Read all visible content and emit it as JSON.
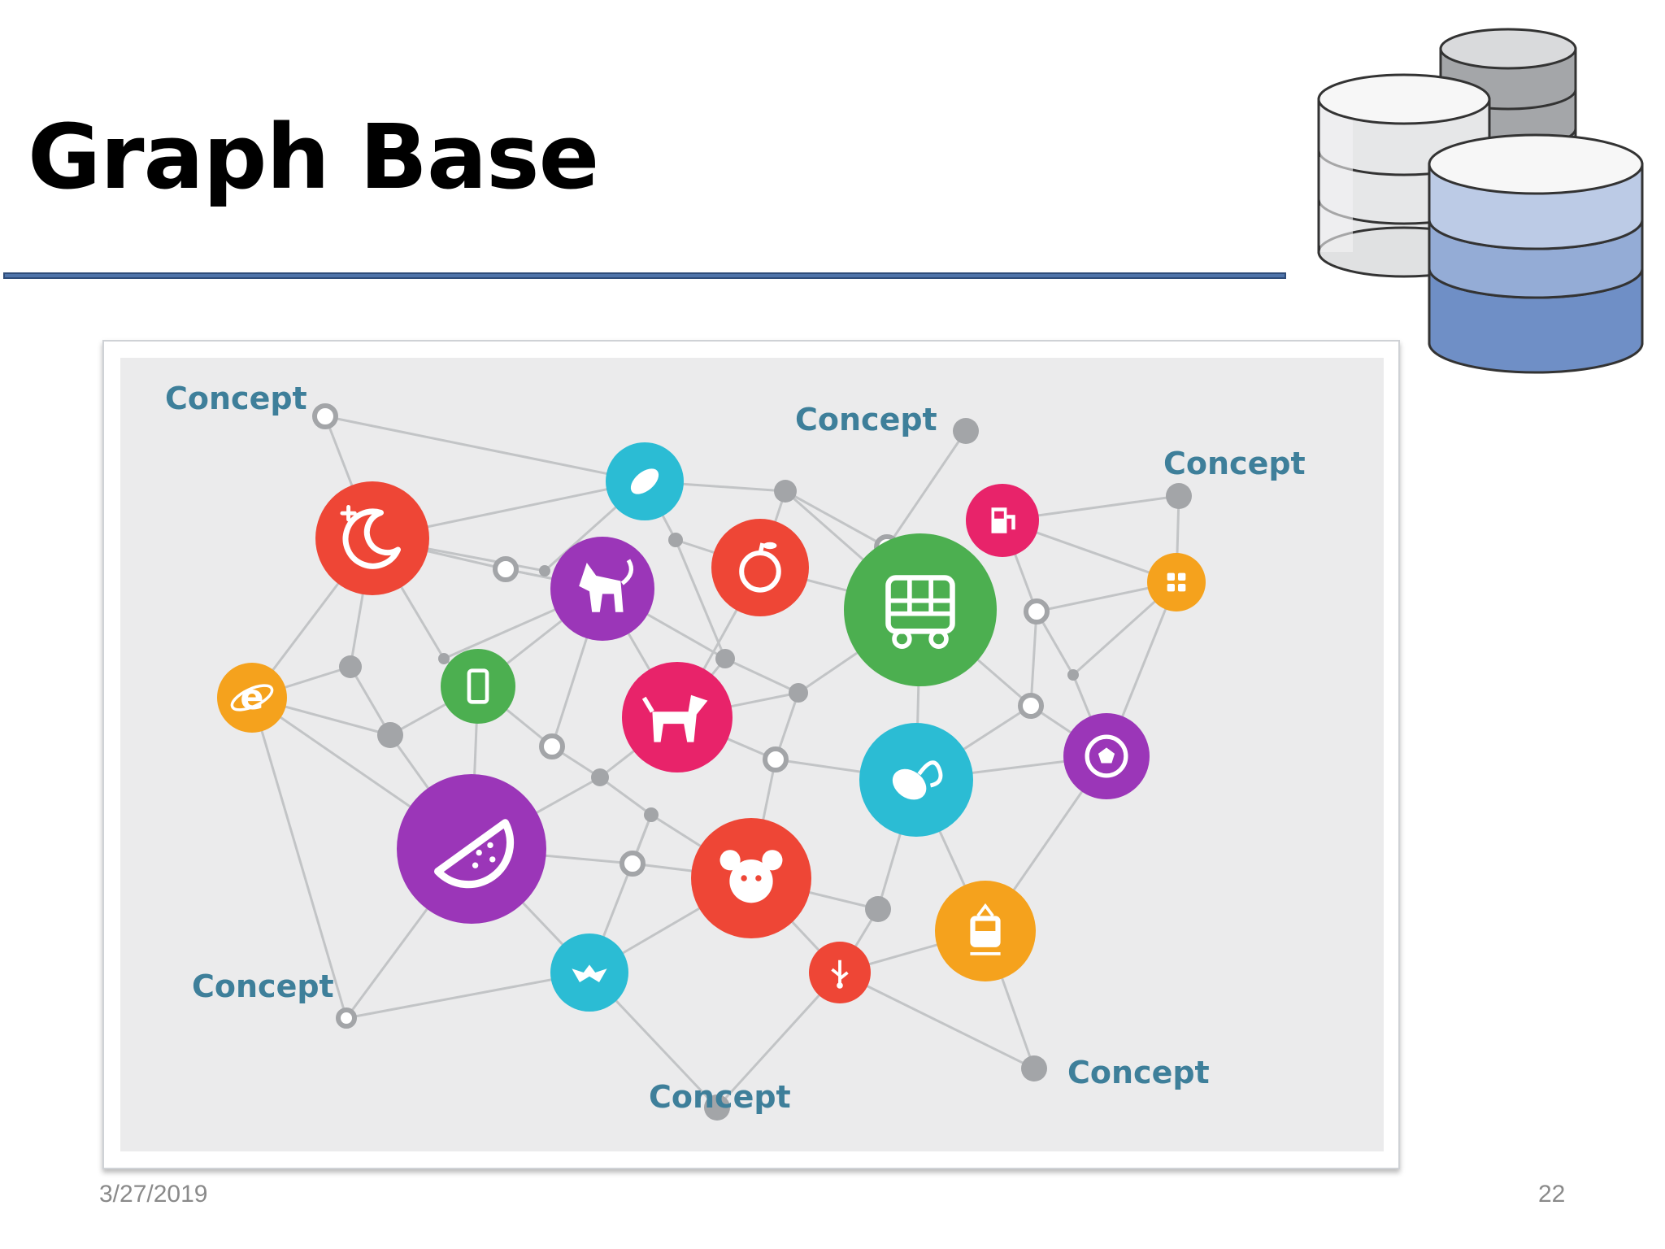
{
  "slide": {
    "title": "Graph Base",
    "date": "3/27/2019",
    "page_number": "22"
  },
  "graph": {
    "labels": {
      "concept_top_left": "Concept",
      "concept_top_center": "Concept",
      "concept_top_right": "Concept",
      "concept_bottom_left": "Concept",
      "concept_bottom_center": "Concept",
      "concept_bottom_right": "Concept"
    },
    "colors": {
      "red": "#ee4636",
      "purple": "#9b36b8",
      "green": "#4caf50",
      "teal": "#2bbcd4",
      "orange": "#f5a21d",
      "pink": "#e8236a",
      "node_gray": "#a3a5a8",
      "edge_gray": "#c2c4c6"
    },
    "icons": [
      "moon-star-icon",
      "eggplant-icon",
      "cat-icon",
      "apple-icon",
      "bus-icon",
      "fuel-pump-icon",
      "app-grid-icon",
      "browser-e-icon",
      "smartphone-icon",
      "dog-icon",
      "mouse-icon",
      "soccer-ball-icon",
      "watermelon-icon",
      "rat-icon",
      "tram-icon",
      "bat-icon",
      "usb-icon"
    ]
  }
}
